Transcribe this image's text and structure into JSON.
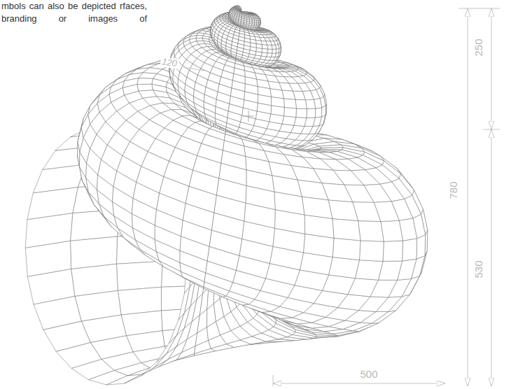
{
  "diagram": {
    "labels": [
      "mbols can also be depicted rfaces, branding or images of",
      "120",
      "250",
      "780",
      "530",
      "500"
    ]
  }
}
